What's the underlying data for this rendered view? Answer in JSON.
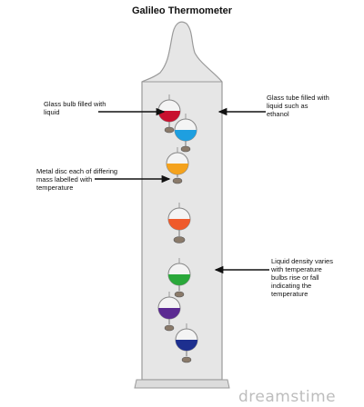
{
  "title": "Galileo Thermometer",
  "labels": {
    "bulb": "Glass bulb filled with liquid",
    "disc": "Metal disc each of differing mass labelled with temperature",
    "tube": "Glass tube filled with liquid such as ethanol",
    "density": "Liquid density varies with temperature bulbs rise or fall indicating the temperature"
  },
  "watermark": "dreamstime",
  "bulbs": [
    {
      "name": "red",
      "color": "#c8102e"
    },
    {
      "name": "light-blue",
      "color": "#1e9fe0"
    },
    {
      "name": "orange",
      "color": "#f4a21d"
    },
    {
      "name": "salmon",
      "color": "#ef5a2b"
    },
    {
      "name": "green",
      "color": "#2aa83a"
    },
    {
      "name": "purple",
      "color": "#5b2a91"
    },
    {
      "name": "navy",
      "color": "#1d2f8f"
    }
  ]
}
